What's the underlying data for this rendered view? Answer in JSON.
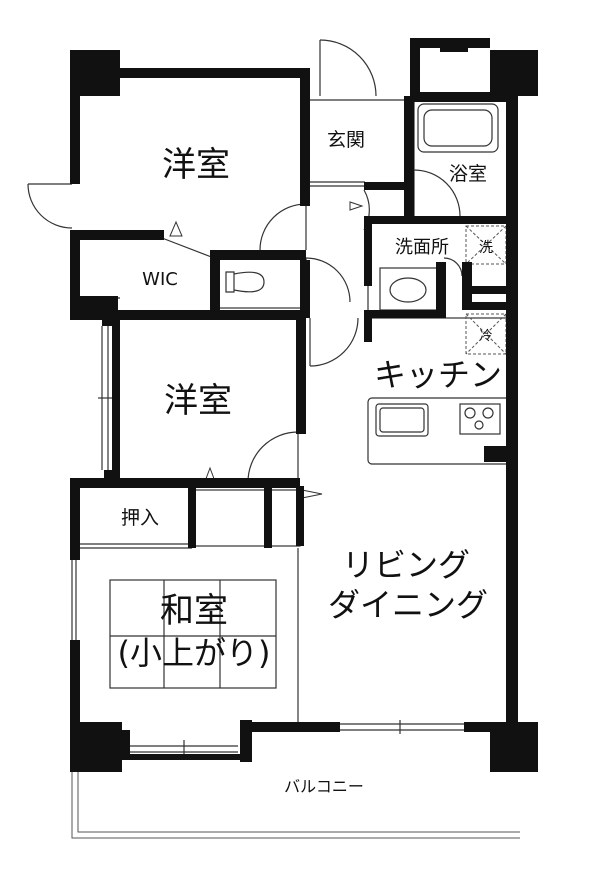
{
  "rooms": {
    "bedroom1": "洋室",
    "genkan": "玄関",
    "bath": "浴室",
    "wic": "WIC",
    "washroom": "洗面所",
    "washer": "洗",
    "fridge": "冷",
    "kitchen": "キッチン",
    "bedroom2": "洋室",
    "oshiire": "押入",
    "living_line1": "リビング",
    "living_line2": "ダイニング",
    "washitsu_line1": "和室",
    "washitsu_line2": "(小上がり)",
    "balcony": "バルコニー"
  }
}
